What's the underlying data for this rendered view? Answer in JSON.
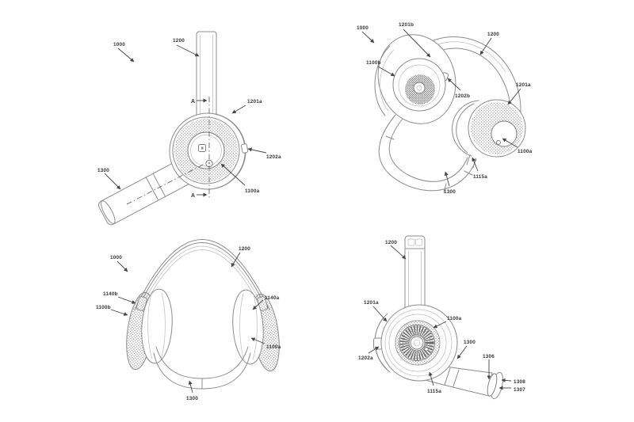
{
  "drawing": {
    "title": "headphone-patent-line-art",
    "background": "#ffffff",
    "line_color": "#8c8c8c",
    "label_color": "#353535",
    "figures": [
      {
        "name": "earcup side view with stem and angled tube",
        "labels": {
          "assembly": "1000",
          "stem": "1200",
          "earcup_rim": "1201a",
          "tab": "1202a",
          "tube": "1300",
          "earcup_face": "1100a",
          "section_top": "A",
          "section_bottom": "A"
        }
      },
      {
        "name": "headphones perspective view",
        "labels": {
          "assembly": "1000",
          "left_earcup_outer": "1201b",
          "headband": "1200",
          "left_earcup": "1100b",
          "left_tab": "1202b",
          "right_earcup_rim": "1201a",
          "right_earcup_face": "1100a",
          "hinge": "1115a",
          "neckband": "1300"
        }
      },
      {
        "name": "headphones front view",
        "labels": {
          "assembly": "1000",
          "headband": "1200",
          "left_cushion": "1140b",
          "left_earcup": "1100b",
          "right_cushion": "1140a",
          "right_earcup": "1100a",
          "neckband": "1300"
        }
      },
      {
        "name": "earcup side view with visor tube",
        "labels": {
          "stem": "1200",
          "earcup_rim": "1201a",
          "tab": "1202a",
          "earcup_face": "1100a",
          "visor_tube": "1300",
          "tube_bore": "1306",
          "tube_rim": "1308",
          "tube_tip": "1307",
          "hinge": "1115a"
        }
      }
    ]
  }
}
